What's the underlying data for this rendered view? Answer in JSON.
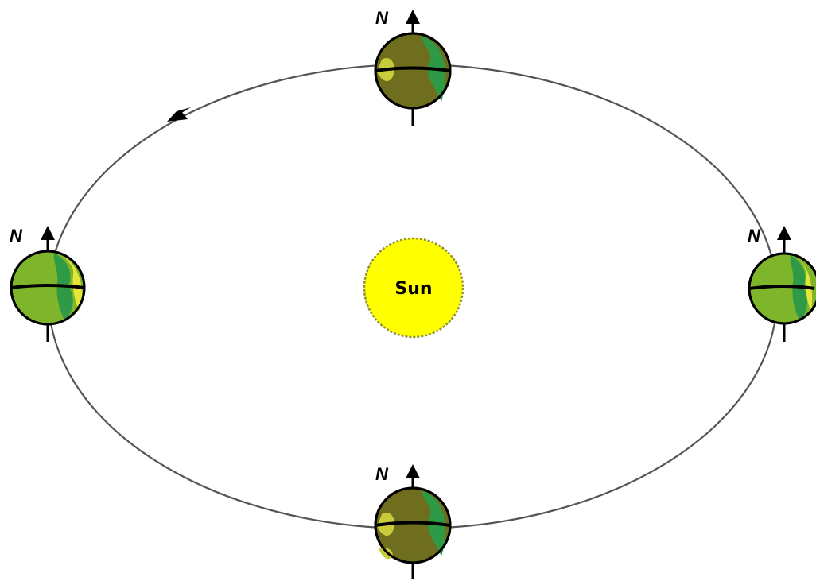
{
  "diagram": {
    "sun": {
      "label": "Sun",
      "color": "#ffff00",
      "outline_color": "#9a9a40"
    },
    "orbit": {
      "stroke_color": "#555555",
      "direction": "counter-clockwise",
      "arrow_icon": "orbit-direction-arrow-icon"
    },
    "earths": [
      {
        "id": "top",
        "north_label": "N",
        "sunlit_side": "right",
        "palette": "dark"
      },
      {
        "id": "left",
        "north_label": "N",
        "sunlit_side": "right",
        "palette": "light"
      },
      {
        "id": "right",
        "north_label": "N",
        "sunlit_side": "right",
        "palette": "light"
      },
      {
        "id": "bottom",
        "north_label": "N",
        "sunlit_side": "right",
        "palette": "dark"
      }
    ],
    "colors": {
      "land_dark": "#6f6e1e",
      "land_light": "#c8cc3a",
      "ocean_green": "#2f9a45",
      "leaf_green": "#7fb52a",
      "equator": "#000000",
      "axis": "#000000"
    }
  }
}
